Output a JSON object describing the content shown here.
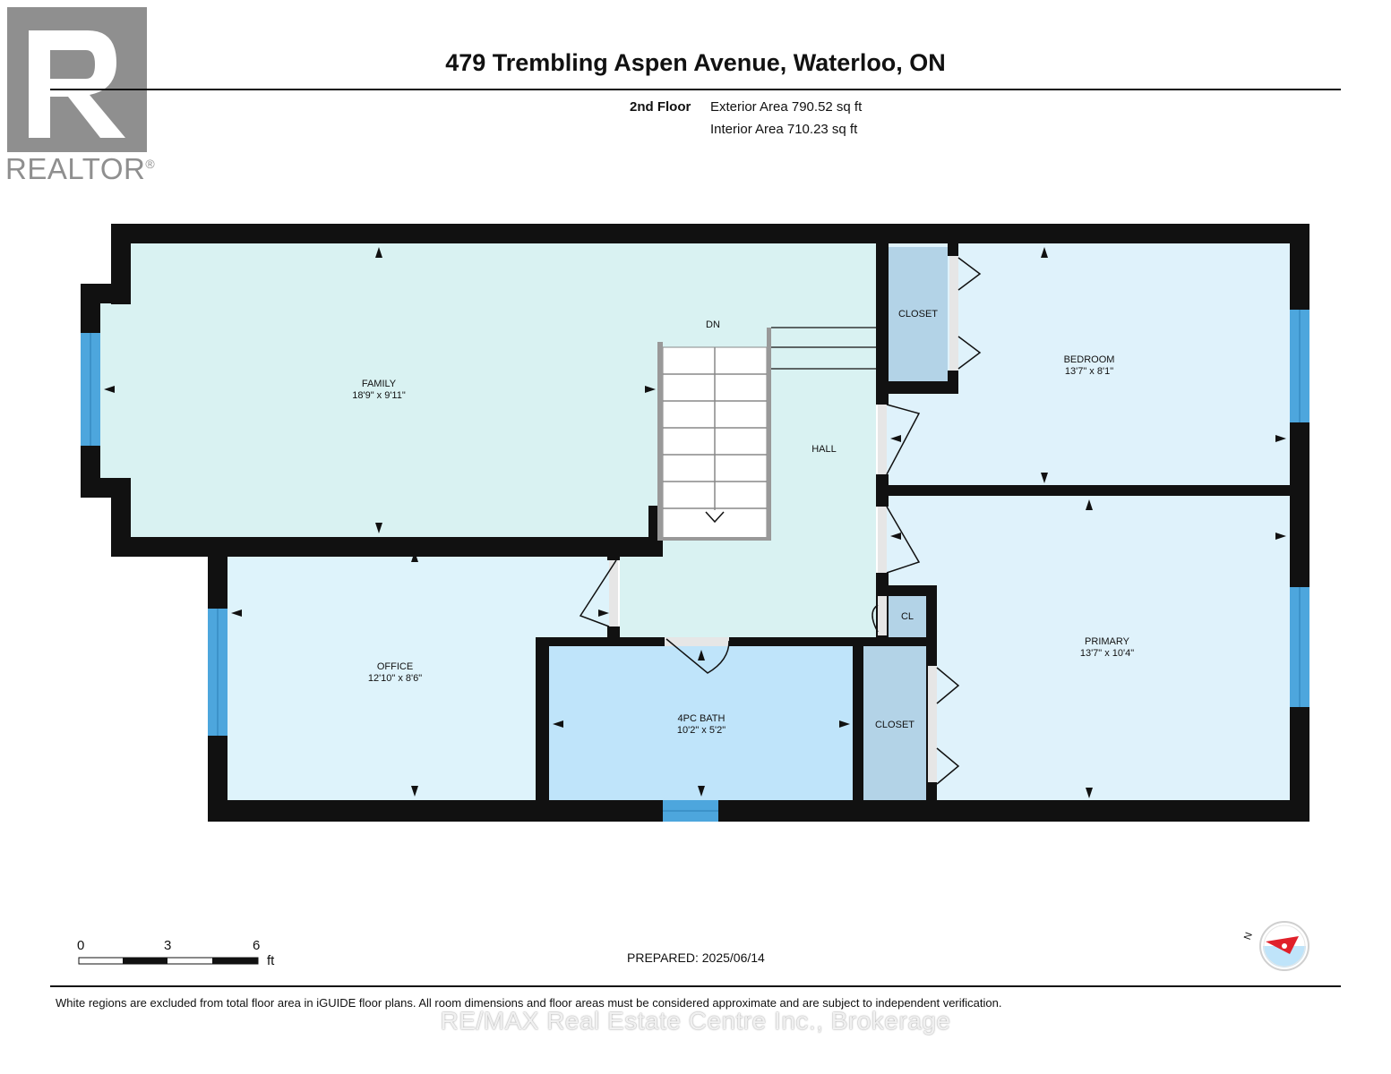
{
  "header": {
    "address": "479 Trembling Aspen Avenue, Waterloo, ON",
    "floor": "2nd Floor",
    "exterior_area": "Exterior Area 790.52 sq ft",
    "interior_area": "Interior Area 710.23 sq ft"
  },
  "logo": {
    "text": "REALTOR",
    "mark": "®"
  },
  "rooms": {
    "family": {
      "name": "FAMILY",
      "dims": "18'9\" x 9'11\""
    },
    "bedroom": {
      "name": "BEDROOM",
      "dims": "13'7\" x 8'1\""
    },
    "primary": {
      "name": "PRIMARY",
      "dims": "13'7\" x 10'4\""
    },
    "office": {
      "name": "OFFICE",
      "dims": "12'10\" x 8'6\""
    },
    "bath": {
      "name": "4PC BATH",
      "dims": "10'2\" x 5'2\""
    },
    "hall": {
      "name": "HALL"
    },
    "closet_top": {
      "name": "CLOSET"
    },
    "closet_bottom": {
      "name": "CLOSET"
    },
    "cl": {
      "name": "CL"
    },
    "stairs": {
      "name": "DN"
    }
  },
  "scale": {
    "ticks": [
      "0",
      "3",
      "6"
    ],
    "unit": "ft"
  },
  "footer": {
    "prepared": "PREPARED: 2025/06/14",
    "disclaimer": "White regions are excluded from total floor area in iGUIDE floor plans. All room dimensions and floor areas must be considered approximate and are subject to independent verification.",
    "watermark": "RE/MAX Real Estate Centre Inc., Brokerage"
  },
  "compass": {
    "label": "N"
  },
  "colors": {
    "wall": "#111111",
    "family_hall_fill": "#d9f2f2",
    "bedroom_fill": "#dff2fb",
    "office_fill": "#def3fb",
    "bath_fill": "#bfe4fa",
    "closet_fill": "#b3d3e7",
    "window": "#4da6dd",
    "logo_gray": "#8f8f8f",
    "compass_red": "#e0202a"
  }
}
